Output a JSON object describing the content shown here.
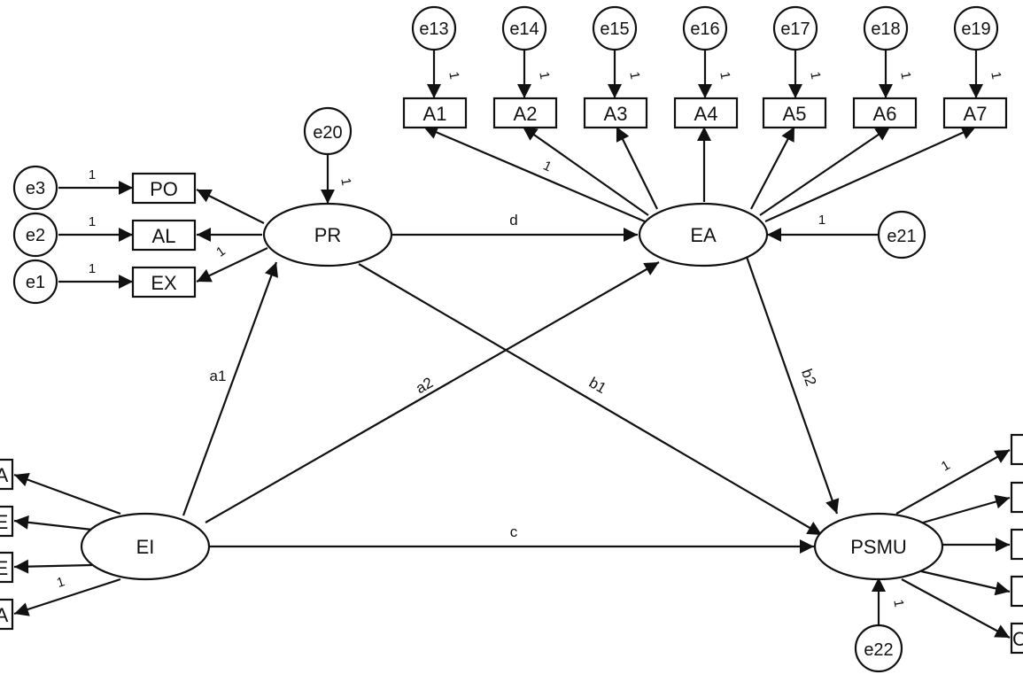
{
  "latents": {
    "pr": "PR",
    "ea": "EA",
    "ei": "EI",
    "psmu": "PSMU"
  },
  "indicators": {
    "po": "PO",
    "al": "AL",
    "ex": "EX",
    "a1": "A1",
    "a2": "A2",
    "a3": "A3",
    "a4": "A4",
    "a5": "A5",
    "a6": "A6",
    "a7": "A7",
    "ei_1": "A",
    "ei_2": "E",
    "ei_3": "E",
    "ei_4": "A",
    "psmu_5": "C"
  },
  "errors": {
    "e1": "e1",
    "e2": "e2",
    "e3": "e3",
    "e13": "e13",
    "e14": "e14",
    "e15": "e15",
    "e16": "e16",
    "e17": "e17",
    "e18": "e18",
    "e19": "e19",
    "e20": "e20",
    "e21": "e21",
    "e22": "e22"
  },
  "paths": {
    "a1": "a1",
    "a2": "a2",
    "b1": "b1",
    "b2": "b2",
    "c": "c",
    "d": "d"
  },
  "fixed_parameter": "1"
}
